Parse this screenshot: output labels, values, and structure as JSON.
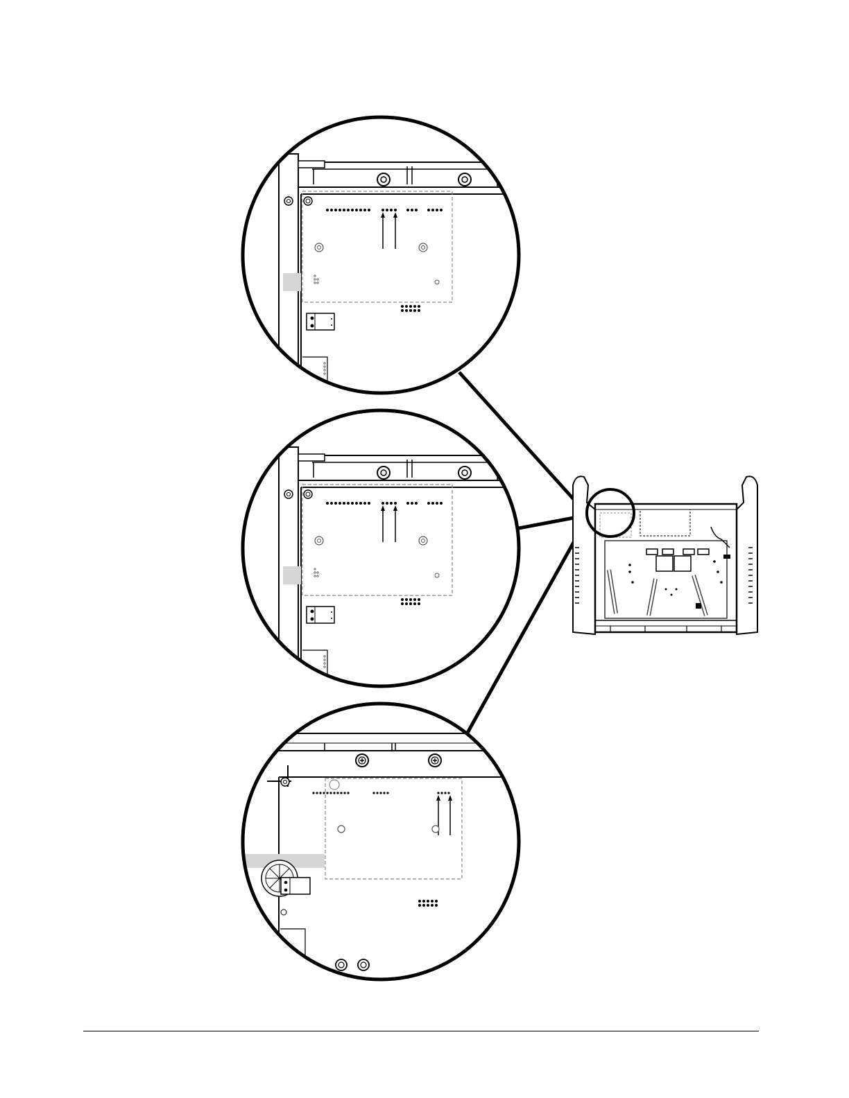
{
  "figure": {
    "detail_views": [
      {
        "id": "detail-view-top",
        "variant": "A"
      },
      {
        "id": "detail-view-middle",
        "variant": "A"
      },
      {
        "id": "detail-view-bottom",
        "variant": "B"
      }
    ],
    "overview": {
      "id": "unit-overview",
      "focus_marker": true
    },
    "colors": {
      "line": "#000000",
      "dash": "#888888",
      "shade": "#d6d6d6"
    }
  }
}
